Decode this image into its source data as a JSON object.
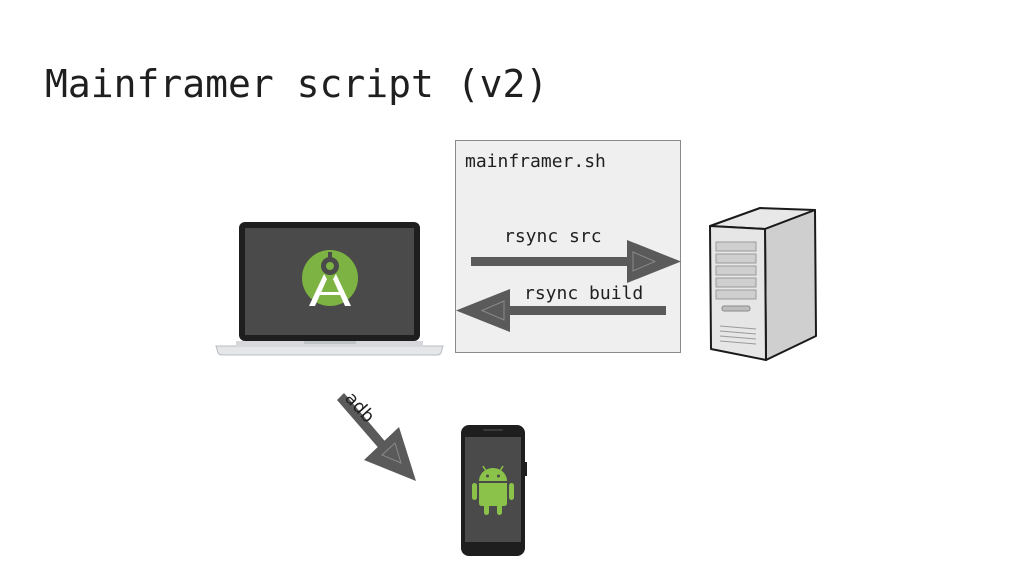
{
  "slide": {
    "title": "Mainframer script (v2)"
  },
  "script_box": {
    "label": "mainframer.sh"
  },
  "arrows": {
    "rsync_src": "rsync src",
    "rsync_build": "rsync build",
    "adb": "adb"
  },
  "icons": {
    "laptop": "laptop-icon",
    "android_studio": "android-studio-icon",
    "server": "server-tower-icon",
    "phone": "android-phone-icon",
    "android": "android-robot-icon"
  },
  "colors": {
    "arrow": "#5a5a5a",
    "android_green": "#8bc34a",
    "studio_green": "#7cb342",
    "screen": "#4a4a4a",
    "box_bg": "#efefef"
  }
}
